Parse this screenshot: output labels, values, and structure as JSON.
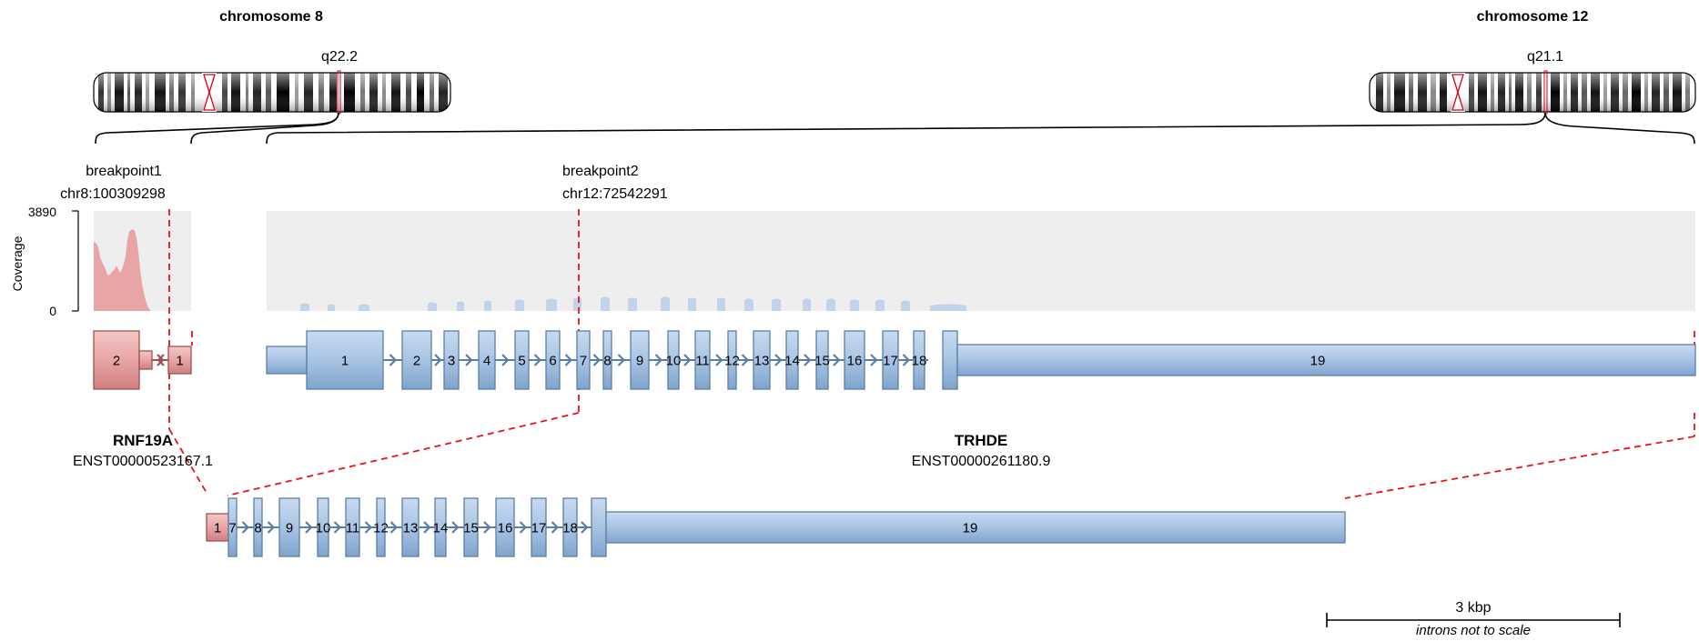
{
  "chromosomes": [
    {
      "name": "chromosome 8",
      "band": "q22.2"
    },
    {
      "name": "chromosome 12",
      "band": "q21.1"
    }
  ],
  "breakpoints": [
    {
      "label": "breakpoint1",
      "position": "chr8:100309298"
    },
    {
      "label": "breakpoint2",
      "position": "chr12:72542291"
    }
  ],
  "coverage": {
    "axis_label": "Coverage",
    "max_label": "3890",
    "min_label": "0"
  },
  "genes": [
    {
      "name": "RNF19A",
      "transcript": "ENST00000523167.1",
      "color": "#e8a5a5",
      "exons": [
        "2",
        "1"
      ]
    },
    {
      "name": "TRHDE",
      "transcript": "ENST00000261180.9",
      "color": "#a8c4e4",
      "exons": [
        "1",
        "2",
        "3",
        "4",
        "5",
        "6",
        "7",
        "8",
        "9",
        "10",
        "11",
        "12",
        "13",
        "14",
        "15",
        "16",
        "17",
        "18",
        "19"
      ]
    }
  ],
  "fusion": {
    "exons": [
      "1",
      "7",
      "8",
      "9",
      "10",
      "11",
      "12",
      "13",
      "14",
      "15",
      "16",
      "17",
      "18",
      "19"
    ]
  },
  "scale": {
    "label": "3 kbp",
    "note": "introns not to scale"
  },
  "colors": {
    "rnf19a": "#e8a5a5",
    "trhde": "#a8c4e4",
    "trhde_stroke": "#5a7fa6",
    "rnf19a_stroke": "#a05050",
    "breakpoint": "#e8141b",
    "coverage_bg": "#eeeeee",
    "cytoband_centromere": "#d9001b"
  }
}
